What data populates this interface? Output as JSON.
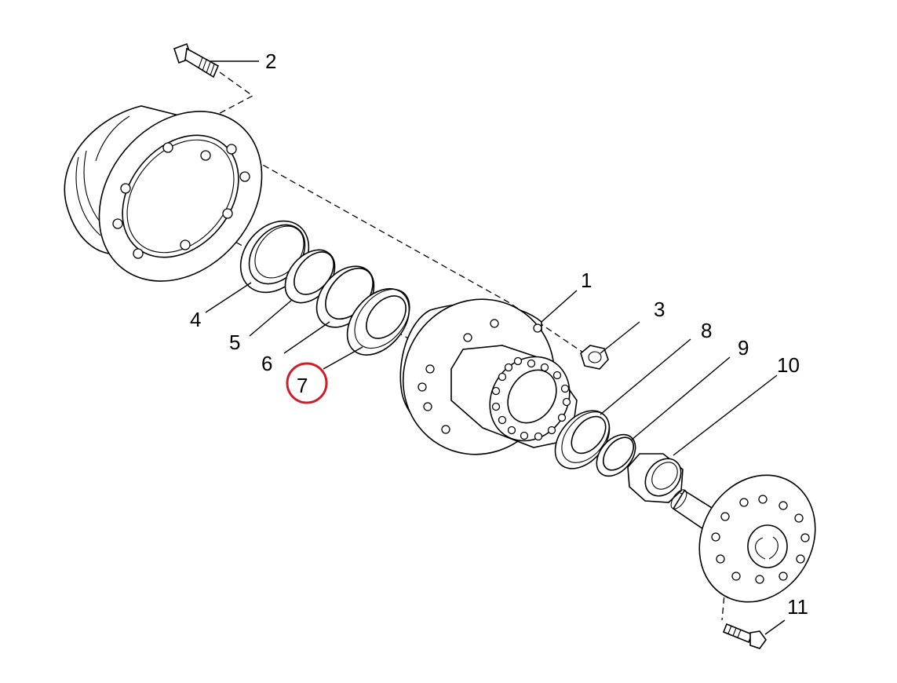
{
  "callouts": [
    {
      "id": "1",
      "label": "1"
    },
    {
      "id": "2",
      "label": "2"
    },
    {
      "id": "3",
      "label": "3"
    },
    {
      "id": "4",
      "label": "4"
    },
    {
      "id": "5",
      "label": "5"
    },
    {
      "id": "6",
      "label": "6"
    },
    {
      "id": "7",
      "label": "7",
      "highlighted": true
    },
    {
      "id": "8",
      "label": "8"
    },
    {
      "id": "9",
      "label": "9"
    },
    {
      "id": "10",
      "label": "10"
    },
    {
      "id": "11",
      "label": "11"
    }
  ],
  "highlight_color": "#cc1f2a",
  "line_color": "#000000"
}
